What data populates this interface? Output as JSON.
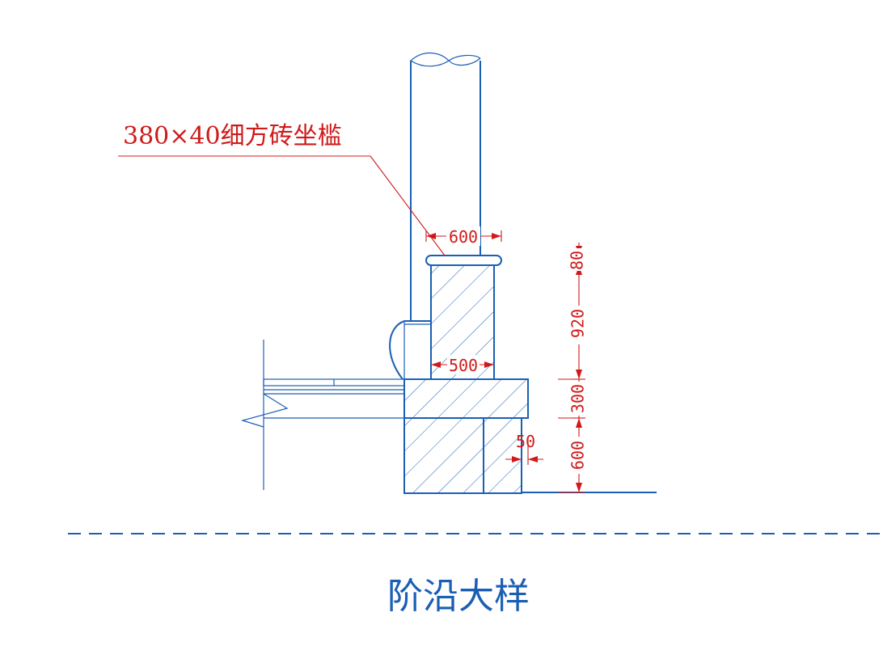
{
  "callout": {
    "text": "380×40细方砖坐槛"
  },
  "dimensions": {
    "top_width": "600",
    "mid_width": "500",
    "offset": "50",
    "h_80": "80",
    "h_920": "920",
    "h_300": "300",
    "h_600": "600"
  },
  "title": "阶沿大样",
  "colors": {
    "line": "#1a5fb4",
    "annotation": "#d01a1a"
  }
}
